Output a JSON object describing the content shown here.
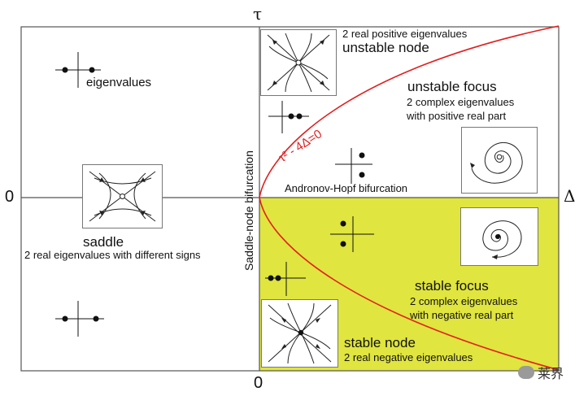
{
  "axes": {
    "tau": "τ",
    "delta": "Δ",
    "zero_left": "0",
    "zero_bottom": "0"
  },
  "regions": {
    "top_left": {
      "label": "eigenvalues"
    },
    "saddle": {
      "title": "saddle",
      "desc": "2 real eigenvalues with different signs"
    },
    "unstable_node": {
      "line1": "2 real positive eigenvalues",
      "title": "unstable node"
    },
    "unstable_focus": {
      "title": "unstable focus",
      "line1": "2 complex eigenvalues",
      "line2": "with positive real part"
    },
    "stable_focus": {
      "title": "stable focus",
      "line1": "2 complex eigenvalues",
      "line2": "with negative real part"
    },
    "stable_node": {
      "title": "stable node",
      "line1": "2 real negative eigenvalues"
    }
  },
  "bifurcations": {
    "hopf": "Andronov-Hopf bifurcation",
    "saddle_node": "Saddle-node bifurcation",
    "curve": "τ² - 4Δ=0"
  },
  "colors": {
    "stable_fill": "#e0e53f",
    "curve": "#e21f1f",
    "frame": "#555555"
  },
  "watermark": {
    "text": "莱界"
  }
}
